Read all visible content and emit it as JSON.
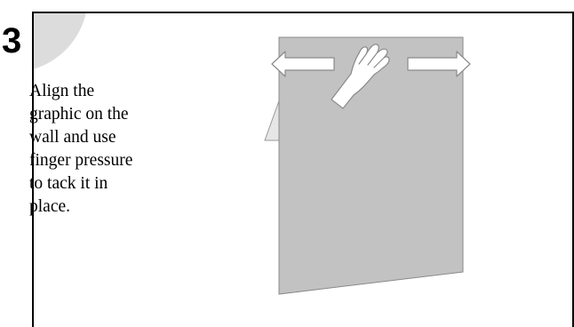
{
  "step": {
    "number": "3",
    "instruction_lines": [
      "Align the",
      "graphic on the",
      "wall and use",
      "finger pressure",
      "to tack it in",
      "place."
    ]
  },
  "illustration": {
    "graphic_color": "#c2c2c2",
    "backing_color": "#e6e6e6",
    "badge_color": "#dcdcdc",
    "arrow_fill": "#ffffff",
    "outline_color": "#8a8a8a",
    "icons": [
      "hand-icon",
      "arrow-left-icon",
      "arrow-right-icon"
    ]
  }
}
